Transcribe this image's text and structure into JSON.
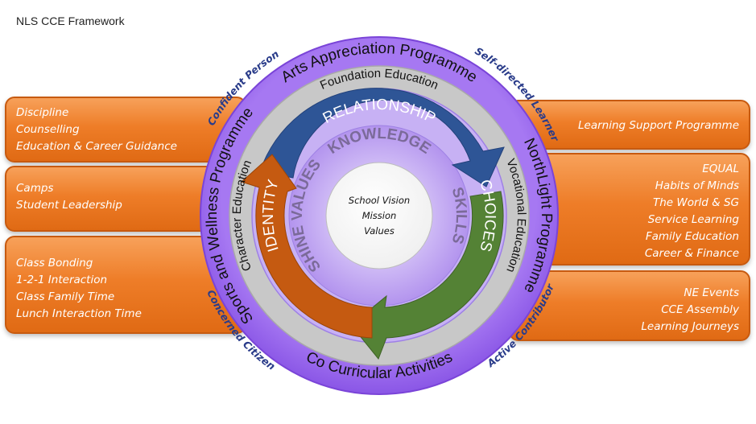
{
  "title": "NLS CCE Framework",
  "outer_ring": {
    "top": "Arts Appreciation Programme",
    "right": "NorthLight Programme",
    "bottom": "Co Curricular Activities",
    "left": "Sports and Wellness Programme"
  },
  "middle_ring": {
    "top": "Foundation Education",
    "right": "Vocational Education",
    "left": "Character Education"
  },
  "arrows": {
    "top": "RELATIONSHIP",
    "right": "CHOICES",
    "left": "IDENTITY"
  },
  "inner_ring": {
    "top": "KNOWLEDGE",
    "right": "SKILLS",
    "left": "SHINE VALUES"
  },
  "center": {
    "line1": "School Vision",
    "line2": "Mission",
    "line3": "Values"
  },
  "outcomes": {
    "top_left": "Confident Person",
    "top_right": "Self-directed Learner",
    "bottom_left": "Concerned Citizen",
    "bottom_right": "Active Contributor"
  },
  "panels": {
    "left1": [
      "Discipline",
      "Counselling",
      "Education & Career Guidance"
    ],
    "left2": [
      "Camps",
      "Student Leadership"
    ],
    "left3": [
      "Class Bonding",
      "1-2-1 Interaction",
      "Class Family Time",
      "Lunch Interaction Time"
    ],
    "right1": [
      "Learning Support Programme"
    ],
    "right2": [
      "EQUAL",
      "Habits of Minds",
      "The World & SG",
      "Service Learning",
      "Family Education",
      "Career & Finance"
    ],
    "right3": [
      "NE Events",
      "CCE Assembly",
      "Learning Journeys"
    ]
  },
  "colors": {
    "outer_ring": "#9966ee",
    "middle_ring": "#c6c6c6",
    "inner_ring": "#bfa5f2",
    "arrow_top": "#2e5596",
    "arrow_right": "#548235",
    "arrow_left": "#c55a11",
    "panel": "#ee7d28",
    "outcome_text": "#2a3c8a"
  }
}
